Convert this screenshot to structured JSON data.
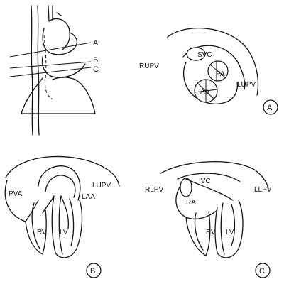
{
  "overview": {
    "plane_labels": [
      "A",
      "B",
      "C"
    ]
  },
  "panel_a": {
    "letter": "A",
    "labels": {
      "svc": "SVC",
      "pa": "PA",
      "ao": "Ao",
      "rupv": "RUPV",
      "lupv": "LUPV"
    }
  },
  "panel_b": {
    "letter": "B",
    "labels": {
      "pva": "PVA",
      "laa": "LAA",
      "lupv": "LUPV",
      "rv": "RV",
      "lv": "LV"
    }
  },
  "panel_c": {
    "letter": "C",
    "labels": {
      "ivc": "IVC",
      "ra": "RA",
      "rlpv": "RLPV",
      "llpv": "LLPV",
      "rv": "RV",
      "lv": "LV"
    }
  }
}
